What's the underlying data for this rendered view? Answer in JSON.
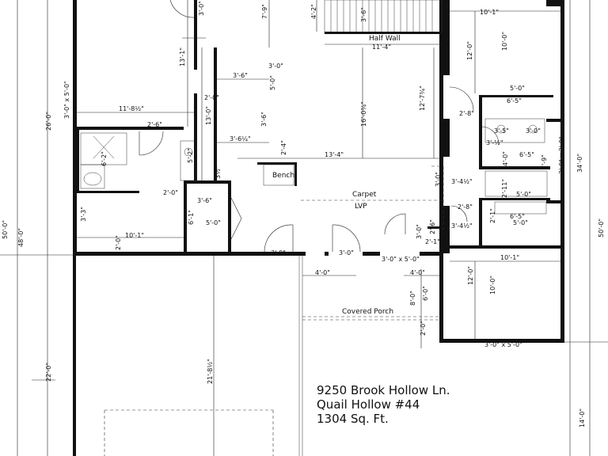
{
  "info": {
    "address": "9250 Brook Hollow Ln.",
    "subdivision": "Quail Hollow #44",
    "area": "1304 Sq. Ft."
  },
  "rooms": {
    "half_wall": "Half Wall",
    "bench": "Bench",
    "carpet": "Carpet",
    "lvp": "LVP",
    "covered_porch": "Covered Porch"
  },
  "dims": {
    "top_3_0": "3'-0\"",
    "top_7_9": "7'-9\"",
    "top_4_2": "4'-2\"",
    "top_3_6": "3'-6\"",
    "top_10_1": "10'-1\"",
    "top_10_0": "10'-0\"",
    "half_wall_len": "11'-4\"",
    "bed1_h": "13'-1\"",
    "d_2_0_a": "2'-0\"",
    "d_3_6_a": "3'-6\"",
    "d_3_0_a": "3'-0\"",
    "d_5_0": "5'-0\"",
    "d_13_0": "13'-0\"",
    "d_3_6_b": "3'-6\"",
    "d_3_6_1_4": "3'-6¼\"",
    "d_2_4": "2'-4\"",
    "d_13_4": "13'-4\"",
    "d_16_0": "16'-0¾\"",
    "d_12_7": "12'-7¾\"",
    "d_12_0_a": "12'-0\"",
    "bath_w": "11'-8½\"",
    "d_2_6": "2'-6\"",
    "d_6_2": "6'-2\"",
    "d_5_2": "5'-2\"",
    "d_3_half": "3½\"",
    "d_2_0_b": "2'-0\"",
    "d_3_6_c": "3'-6\"",
    "d_6_1": "6'-1\"",
    "d_5_0_b": "5'-0\"",
    "d_3_3": "3'-3\"",
    "d_2_0_c": "2'-0\"",
    "d_10_1_a": "10'-1\"",
    "d_3_0_b": "3'-0\"",
    "d_3_0_c": "3'-0\"",
    "d_3_0x5_0_a": "3'-0\" x 5'-0\"",
    "d_4_0_a": "4'-0\"",
    "d_4_0_b": "4'-0\"",
    "d_8_0": "8'-0\"",
    "d_6_0": "6'-0\"",
    "d_2_0_d": "2'-0\"",
    "d_12_0_b": "12'-0\"",
    "d_10_0_b": "10'-0\"",
    "d_10_1_b": "10'-1\"",
    "d_3_0x5_0_b": "3'-0\" x 5'-0\"",
    "d_2_8": "2'-8\"",
    "d_5_0_c": "5'-0\"",
    "d_6_5_a": "6'-5\"",
    "d_3_5": "3'-5\"",
    "d_3_0_d": "3'-0\"",
    "d_3_1_2": "3'-½\"",
    "d_6_5_b": "6'-5\"",
    "d_4_0_c": "4'-0\"",
    "d_7_9b": "7'-9\"",
    "d_2_0x3_0": "2'-0\" x 3'-0\"",
    "d_3_4_a": "3'-4½\"",
    "d_2_11": "2'-11\"",
    "d_5_0_d": "5'-0\"",
    "d_3_0_e": "3'-0\"",
    "d_2_8b": "2'-8\"",
    "d_3_4_b": "3'-4½\"",
    "d_2_1": "2'-1\"",
    "d_6_5_c": "6'-5\"",
    "d_5_0_e": "5'-0\"",
    "d_3_0_f": "3'-0\"",
    "d_2_6b": "2'-6\"",
    "d_2_1b": "2'-1\"",
    "left_26": "26'-0\"",
    "left_3x5": "3'-0\" x 5'-0\"",
    "left_50": "50'-0\"",
    "left_48": "48'-0\"",
    "left_22": "22'-0\"",
    "garage_21": "21'-8½\"",
    "right_34": "34'-0\"",
    "right_50": "50'-0\"",
    "right_14": "14'-0\""
  }
}
